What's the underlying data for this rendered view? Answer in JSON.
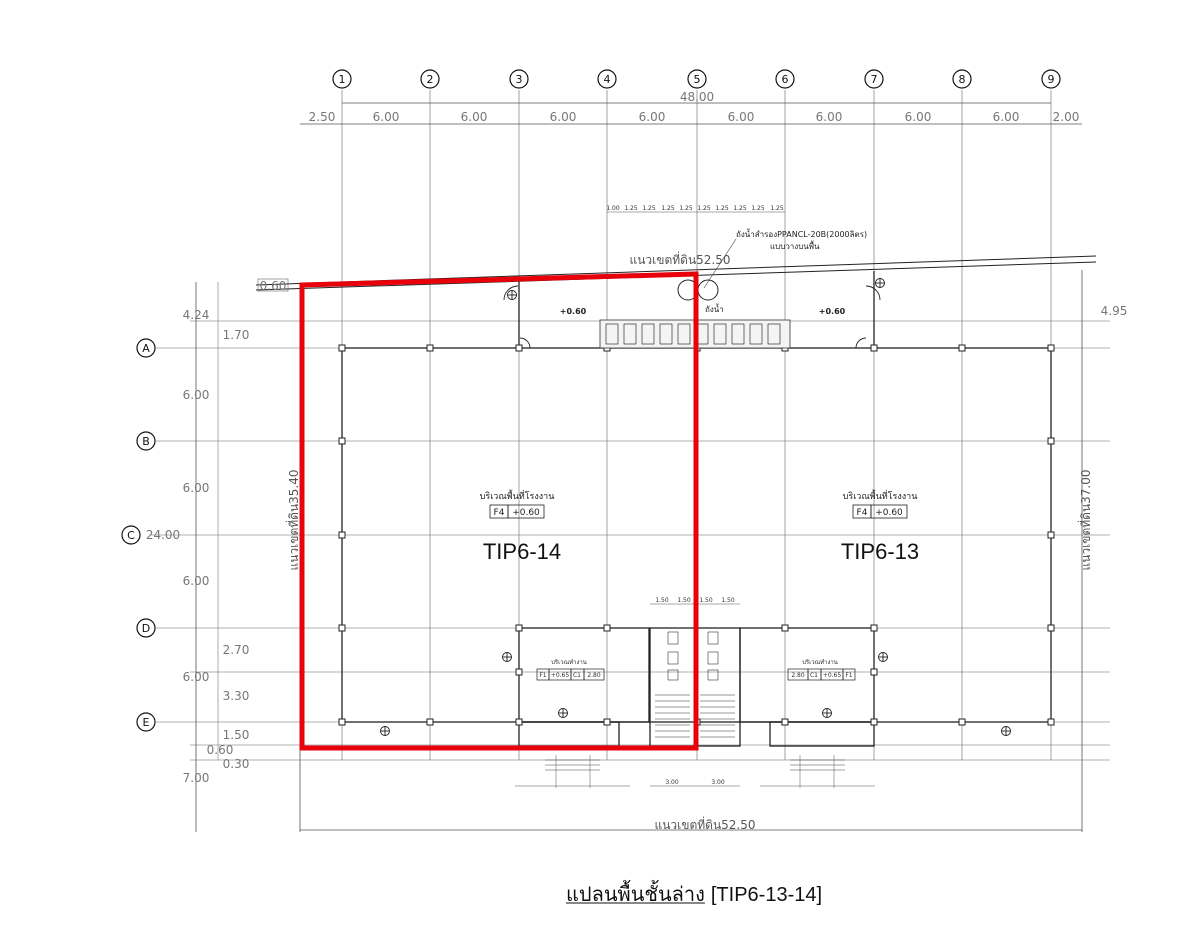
{
  "grid": {
    "columns": [
      "1",
      "2",
      "3",
      "4",
      "5",
      "6",
      "7",
      "8",
      "9"
    ],
    "rows": [
      "A",
      "B",
      "C",
      "D",
      "E"
    ]
  },
  "dimensions": {
    "overall_width": "48.00",
    "top_spans": [
      "2.50",
      "6.00",
      "6.00",
      "6.00",
      "6.00",
      "6.00",
      "6.00",
      "6.00",
      "6.00",
      "2.00"
    ],
    "left_spans": [
      "4.24",
      "1.70",
      "6.00",
      "6.00",
      "6.00",
      "6.00",
      "2.70",
      "3.30",
      "1.50",
      "0.60",
      "0.30",
      "7.00"
    ],
    "overall_height": "24.00",
    "top_left_offset": "0.60",
    "right_offset": "4.95",
    "boundary_top": "แนวเขตที่ดิน52.50",
    "boundary_bottom": "แนวเขตที่ดิน52.50",
    "boundary_left": "แนวเขตที่ดิน35.40",
    "boundary_right": "แนวเขตที่ดิน37.00",
    "pump_spans": [
      "1.00",
      "1.25",
      "1.25",
      "1.25",
      "1.25",
      "1.25",
      "1.25",
      "1.25",
      "1.25",
      "1.25"
    ],
    "stair_spans": [
      "1.50",
      "1.50",
      "1.50",
      "1.50"
    ],
    "stair_bottom": [
      "3.00",
      "3.00"
    ]
  },
  "annotations": {
    "tank_note": "ถังน้ำสำรองPPANCL-20B(2000ลิตร)",
    "tank_note2": "แบบวางบนพื้น",
    "water_note": "ถังน้ำ",
    "level_left": "+0.60",
    "level_right": "+0.60"
  },
  "units": [
    {
      "name": "TIP6-14",
      "area_label": "บริเวณพื้นที่โรงงาน",
      "floor_tag": "F4",
      "floor_level": "+0.60",
      "office_label": "บริเวณทำงาน",
      "office_tags": [
        "F1",
        "+0.65",
        "C1",
        "2.80"
      ],
      "highlighted": true
    },
    {
      "name": "TIP6-13",
      "area_label": "บริเวณพื้นที่โรงงาน",
      "floor_tag": "F4",
      "floor_level": "+0.60",
      "office_label": "บริเวณทำงาน",
      "office_tags": [
        "2.80",
        "C1",
        "+0.65",
        "F1"
      ],
      "highlighted": false
    }
  ],
  "highlight_color": "#e8000b",
  "title": {
    "thai": "แปลนพื้นชั้นล่าง",
    "code": "[TIP6-13-14]"
  }
}
